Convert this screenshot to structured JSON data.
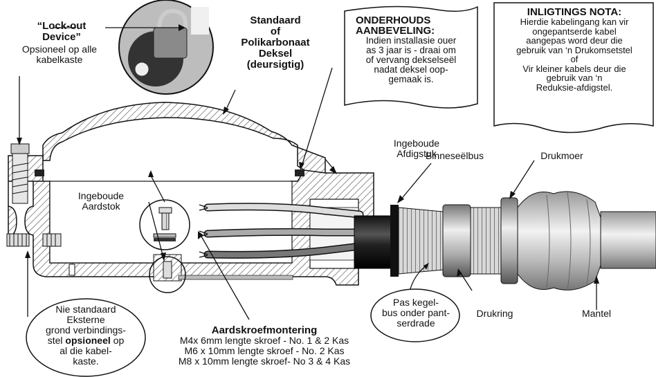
{
  "labels": {
    "lockout_title_1": "“Lock-out",
    "lockout_title_2": "Device”",
    "lockout_desc_1": "Opsioneel op alle",
    "lockout_desc_2": "kabelkaste",
    "cover_1": "Standaard",
    "cover_2": "of",
    "cover_3": "Polikarbonaat",
    "cover_4": "Deksel",
    "cover_5": "(deursigtig)",
    "maint_title_1": "ONDERHOUDS",
    "maint_title_2": "AANBEVELING:",
    "maint_body": [
      "Indien installasie ouer",
      "as 3 jaar is - draai om",
      "of vervang dekselseël",
      "nadat deksel oop-",
      "gemaak is."
    ],
    "info_title": "INLIGTINGS NOTA:",
    "info_body": [
      "Hierdie kabelingang kan vir",
      "ongepantserde kabel",
      "aangepas word deur die",
      "gebruik van ‘n Drukomsetstel",
      "of",
      "Vir kleiner kabels deur die",
      "gebruik van ‘n",
      "Reduksie-afdigstel."
    ],
    "builtin_seal_1": "Ingeboude",
    "builtin_seal_2": "Afdigstuk",
    "inner_seal": "Binneseëlbus",
    "pressure_nut": "Drukmoer",
    "earth_rod_1": "Ingeboude",
    "earth_rod_2": "Aardstok",
    "cone_1": "Pas kegel-",
    "cone_2": "bus onder pant-",
    "cone_3": "serdrade",
    "pressure_ring": "Drukring",
    "sheath": "Mantel",
    "ext_earth": [
      "Nie standaard",
      "Eksterne",
      "grond verbindings-",
      "stel",
      "opsioneel",
      "op",
      "al die kabel-",
      "kaste."
    ],
    "earth_screw_title": "Aardskroefmontering",
    "earth_screw_lines": [
      "M4x 6mm lengte skroef - No. 1 & 2 Kas",
      "M6 x 10mm lengte skroef - No. 2 Kas",
      "M8 x 10mm lengte skroef- No 3 & 4 Kas"
    ]
  },
  "colors": {
    "ink": "#111111",
    "hatch": "#555555",
    "fill": "#ffffff",
    "grey": "#cfcfcf",
    "dark": "#222222"
  }
}
